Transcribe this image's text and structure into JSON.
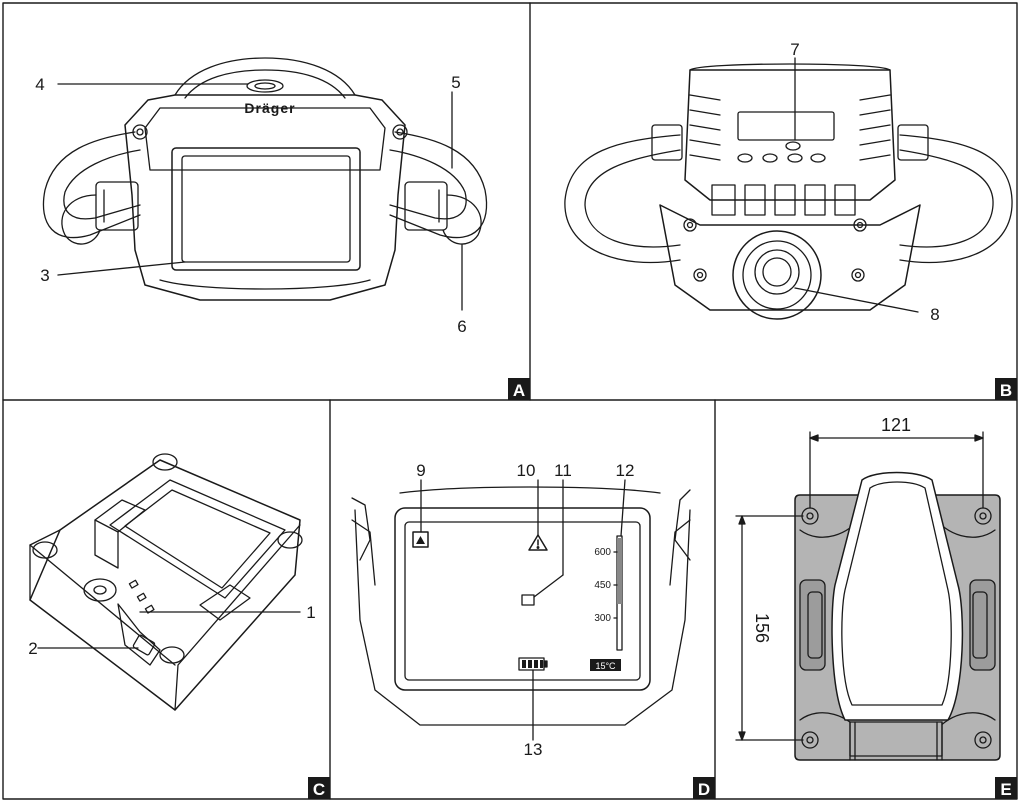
{
  "panels": [
    {
      "id": "A",
      "letter": "A"
    },
    {
      "id": "B",
      "letter": "B"
    },
    {
      "id": "C",
      "letter": "C"
    },
    {
      "id": "D",
      "letter": "D"
    },
    {
      "id": "E",
      "letter": "E"
    }
  ],
  "brand_label": "Dräger",
  "callouts": {
    "c1": "1",
    "c2": "2",
    "c3": "3",
    "c4": "4",
    "c5": "5",
    "c6": "6",
    "c7": "7",
    "c8": "8",
    "c9": "9",
    "c10": "10",
    "c11": "11",
    "c12": "12",
    "c13": "13"
  },
  "display": {
    "scale_values": [
      "600",
      "450",
      "300"
    ],
    "temperature": "15°C"
  },
  "dimensions": {
    "width": "121",
    "height": "156"
  },
  "colors": {
    "line": "#1a1a1a",
    "bracket_fill": "#b4b4b4",
    "tag_bg": "#1a1a1a",
    "tag_text": "#ffffff"
  }
}
